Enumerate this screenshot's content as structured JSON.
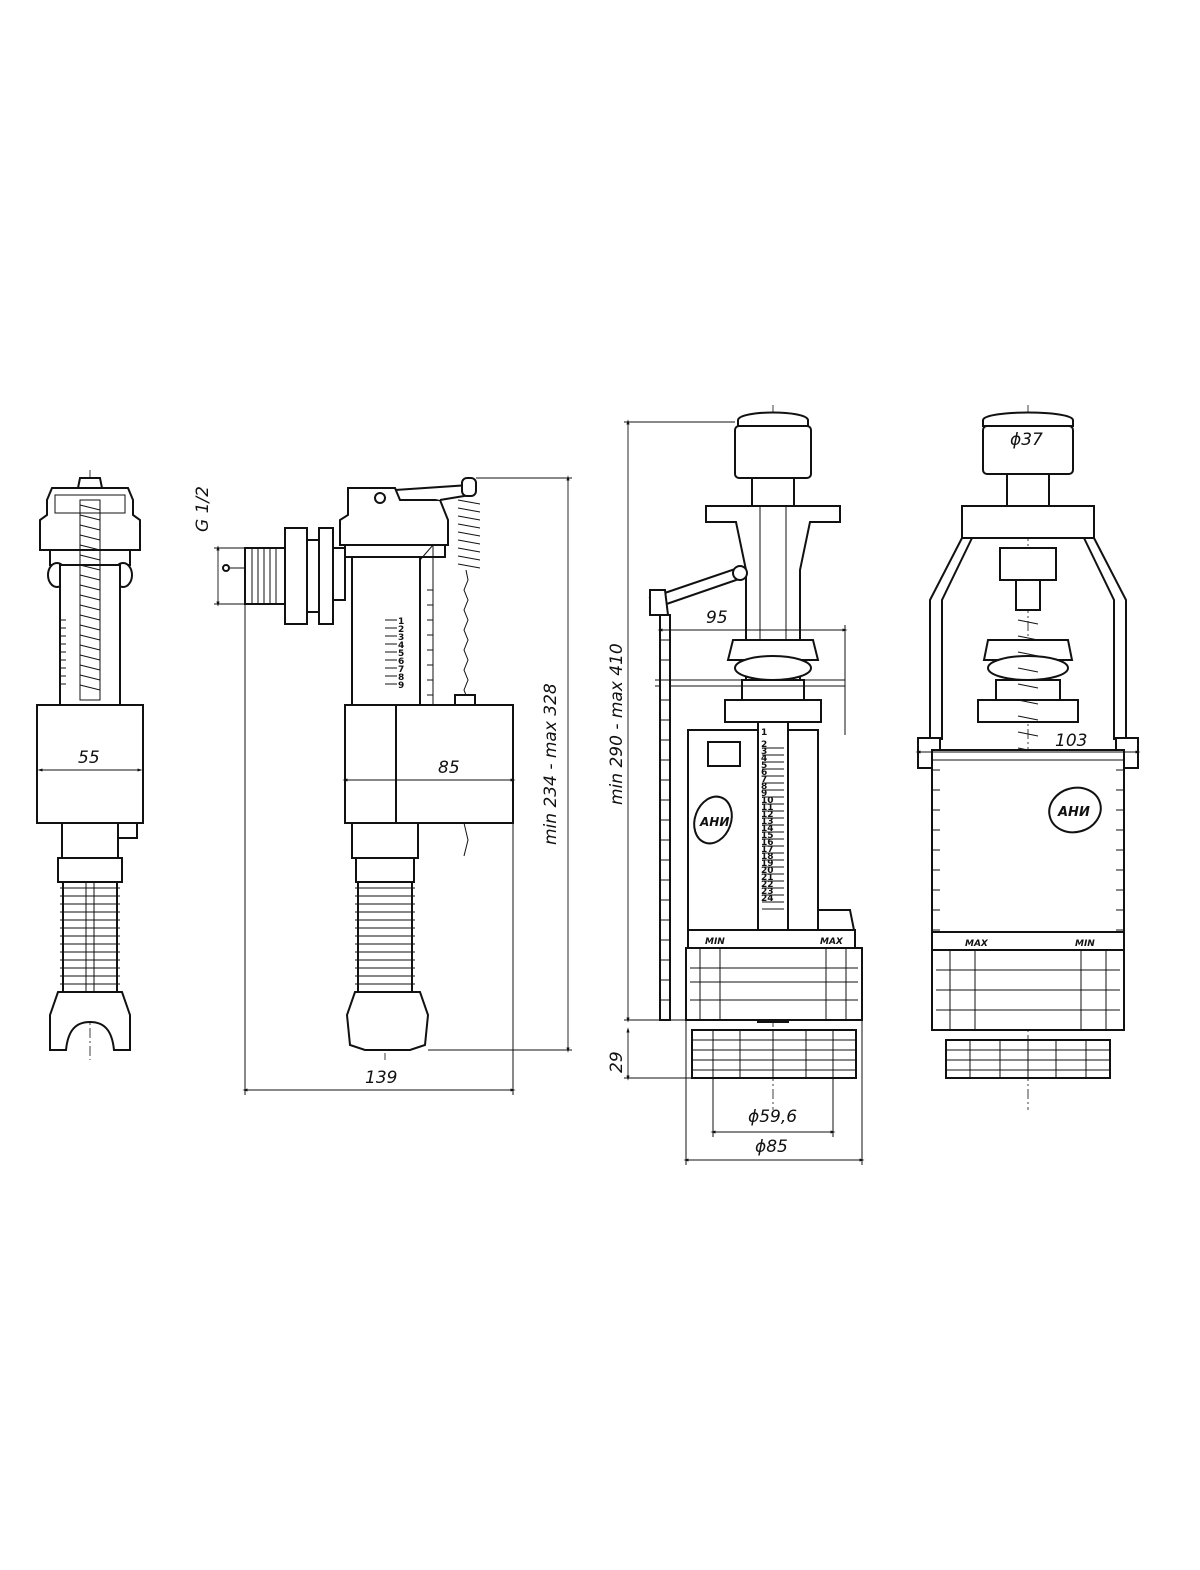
{
  "dimensions": {
    "fill_valve_front_width": "55",
    "fill_valve_float_width": "85",
    "fill_valve_total_width": "139",
    "fill_valve_thread": "G 1/2",
    "fill_valve_height": "min 234 - max 328",
    "flush_valve_height": "min 290 - max 410",
    "flush_valve_lever_reach": "95",
    "flush_valve_thread_height": "29",
    "flush_valve_thread_diameter": "ϕ59,6",
    "flush_valve_base_diameter": "ϕ85",
    "flush_valve_button_diameter": "ϕ37",
    "flush_valve_body_width": "103"
  },
  "markings": {
    "min_label": "MIN",
    "max_label": "MAX",
    "logo_text": "АНИ",
    "fill_valve_scale": [
      "1",
      "2",
      "3",
      "4",
      "5",
      "6",
      "7",
      "8",
      "9"
    ],
    "flush_valve_scale": [
      "1",
      "2",
      "3",
      "4",
      "5",
      "6",
      "7",
      "8",
      "9",
      "10",
      "11",
      "12",
      "13",
      "14",
      "15",
      "16",
      "17",
      "18",
      "19",
      "20",
      "21",
      "22",
      "23",
      "24"
    ]
  }
}
